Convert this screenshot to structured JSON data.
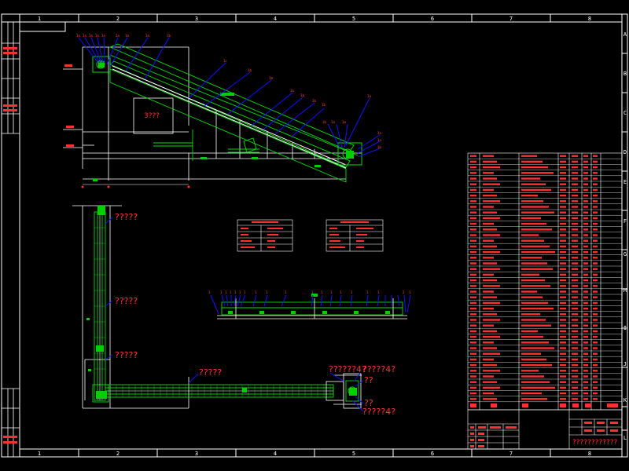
{
  "colors": {
    "background": "#000000",
    "frame": "#ffffff",
    "structure": "#ffffff",
    "conveyor": "#00e000",
    "leader": "#1010ff",
    "annotation": "#ff3030",
    "equipment": "#00d000"
  },
  "frame": {
    "top_zones": [
      "1",
      "2",
      "3",
      "4",
      "5",
      "6",
      "7",
      "8"
    ],
    "bottom_zones": [
      "1",
      "2",
      "3",
      "4",
      "5",
      "6",
      "7",
      "8"
    ],
    "right_zones": [
      "A",
      "B",
      "C",
      "D",
      "E",
      "F",
      "G",
      "H",
      "I",
      "J",
      "K",
      "L"
    ]
  },
  "side_view": {
    "equipment_label": "3???",
    "top_callouts": [
      "1a",
      "1a",
      "1a",
      "1a",
      "1a",
      "1a",
      "1a",
      "1a"
    ],
    "slope_callouts": [
      "1b",
      "1c",
      "1b",
      "1b",
      "1a",
      "1b",
      "1b"
    ],
    "right_callouts": [
      "1a",
      "1b",
      "1a",
      "1a",
      "1b"
    ],
    "tail_callouts": [
      "1a",
      "1a",
      "1b"
    ]
  },
  "plan_view": {
    "labels": [
      "?????",
      "?????",
      "?????",
      "?????"
    ],
    "head_labels": [
      "??????4?",
      "?????4?",
      "??",
      "??",
      "?????4?"
    ]
  },
  "strip_view": {
    "callouts": [
      "1",
      "1",
      "1",
      "1",
      "1",
      "1",
      "1",
      "1",
      "1",
      "1",
      "1",
      "1",
      "1",
      "1",
      "1",
      "1",
      "1",
      "2",
      "1"
    ]
  },
  "title_block": {
    "project_title": "????????????"
  }
}
